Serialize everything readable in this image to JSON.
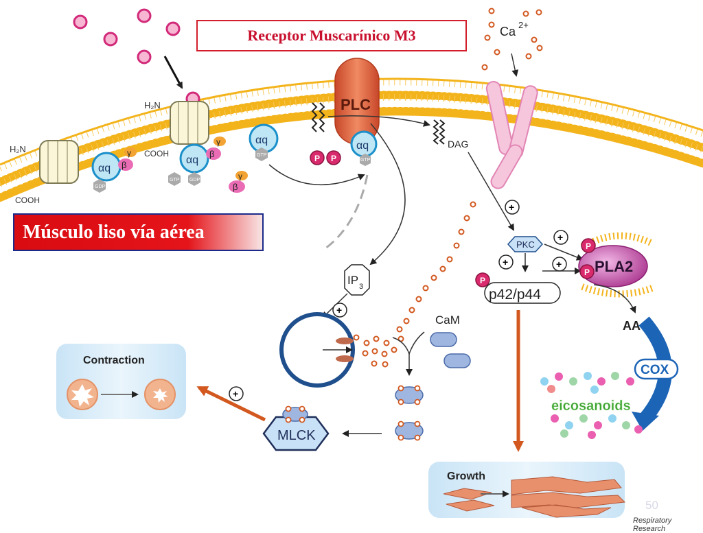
{
  "title": "Receptor Muscarínico M3",
  "side_label": "Músculo liso vía aérea",
  "labels": {
    "plc": "PLC",
    "ca": "Ca",
    "ca_sup": "2+",
    "dag": "DAG",
    "ip3": "IP",
    "ip3_sub": "3",
    "pkc": "PKC",
    "pla2": "PLA2",
    "p42p44": "p42/p44",
    "aa": "AA",
    "cox": "COX",
    "eicosanoids": "eicosanoids",
    "cam": "CaM",
    "mlck": "MLCK",
    "contraction": "Contraction",
    "growth": "Growth",
    "alpha_q": "αq",
    "beta": "β",
    "gamma": "γ",
    "gtp": "GTP",
    "gdp": "GDP",
    "h2n": "H₂N",
    "cooh": "COOH",
    "plus": "+",
    "p": "P"
  },
  "slide_number": "50",
  "credit": "Respiratory Research",
  "colors": {
    "title_red": "#c8102e",
    "plc": "#e2603c",
    "membrane": "#f3b31b",
    "pla2": "#b23b9a",
    "arrow_orange": "#d2581f",
    "cox_blue": "#1c64b6"
  }
}
